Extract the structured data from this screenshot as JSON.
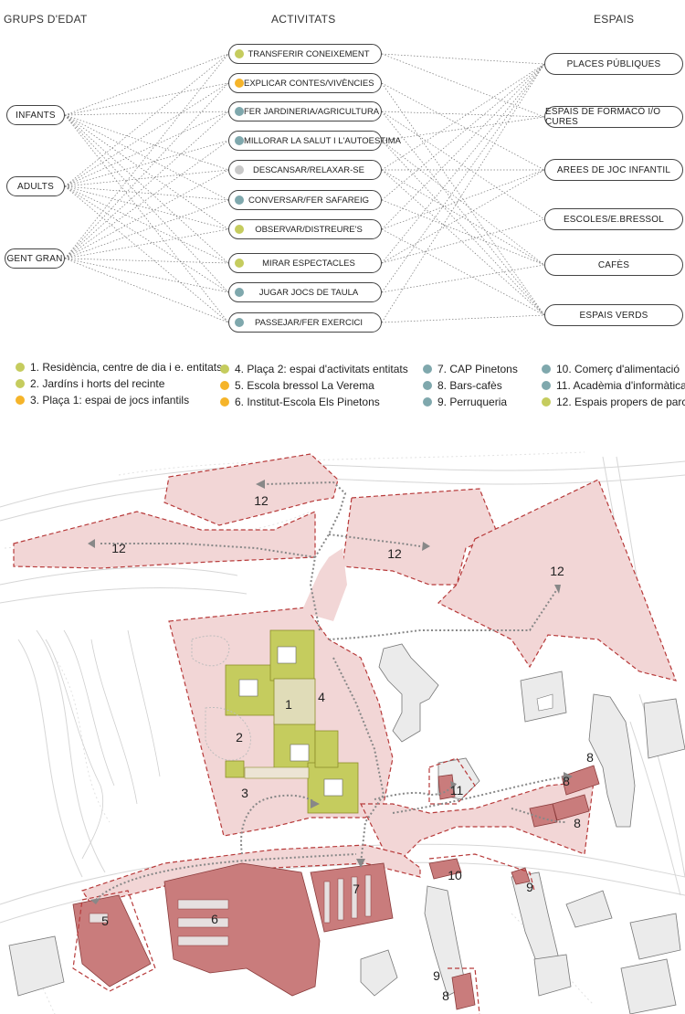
{
  "headers": {
    "groups": "GRUPS D'EDAT",
    "activities": "ACTIVITATS",
    "spaces": "ESPAIS"
  },
  "colors": {
    "green": "#c5cc5e",
    "orange": "#f5b42a",
    "blue": "#7fa8ad",
    "gray": "#c8c8c8"
  },
  "groups": [
    "INFANTS",
    "ADULTS",
    "GENT GRAN"
  ],
  "activities": [
    {
      "label": "TRANSFERIR CONEIXEMENT",
      "color": "green"
    },
    {
      "label": "EXPLICAR CONTES/VIVÈNCIES",
      "color": "orange"
    },
    {
      "label": "FER JARDINERIA/AGRICULTURA",
      "color": "blue"
    },
    {
      "label": "MILLORAR LA SALUT I L'AUTOESTIMA",
      "color": "blue"
    },
    {
      "label": "DESCANSAR/RELAXAR-SE",
      "color": "gray"
    },
    {
      "label": "CONVERSAR/FER SAFAREIG",
      "color": "blue"
    },
    {
      "label": "OBSERVAR/DISTREURE'S",
      "color": "green"
    },
    {
      "label": "MIRAR ESPECTACLES",
      "color": "green"
    },
    {
      "label": "JUGAR JOCS DE TAULA",
      "color": "blue"
    },
    {
      "label": "PASSEJAR/FER EXERCICI",
      "color": "blue"
    }
  ],
  "spaces": [
    "PLACES PÚBLIQUES",
    "ESPAIS DE FORMACÓ I/O CURES",
    "AREES DE JOC INFANTIL",
    "ESCOLES/E.BRESSOL",
    "CAFÈS",
    "ESPAIS VERDS"
  ],
  "legend": [
    {
      "label": "1. Residència, centre de dia i e. entitats",
      "color": "green"
    },
    {
      "label": "2. Jardíns i horts del recinte",
      "color": "green"
    },
    {
      "label": "3. Plaça 1: espai de jocs infantils",
      "color": "orange"
    },
    {
      "label": "4. Plaça 2: espai d'activitats entitats",
      "color": "green"
    },
    {
      "label": "5. Escola bressol La Verema",
      "color": "orange"
    },
    {
      "label": "6. Institut-Escola Els Pinetons",
      "color": "orange"
    },
    {
      "label": "7. CAP Pinetons",
      "color": "blue"
    },
    {
      "label": "8. Bars-cafès",
      "color": "blue"
    },
    {
      "label": "9. Perruqueria",
      "color": "blue"
    },
    {
      "label": "10. Comerç d'alimentació",
      "color": "blue"
    },
    {
      "label": "11. Acadèmia d'informàtica",
      "color": "blue"
    },
    {
      "label": "12. Espais propers de parc",
      "color": "green"
    }
  ],
  "map_labels": {
    "l1": "1",
    "l2": "2",
    "l3": "3",
    "l4": "4",
    "l5": "5",
    "l6": "6",
    "l7": "7",
    "l8a": "8",
    "l8b": "8",
    "l8c": "8",
    "l8d": "8",
    "l9a": "9",
    "l9b": "9",
    "l10": "10",
    "l11": "11",
    "l12a": "12",
    "l12b": "12",
    "l12c": "12",
    "l12d": "12"
  }
}
